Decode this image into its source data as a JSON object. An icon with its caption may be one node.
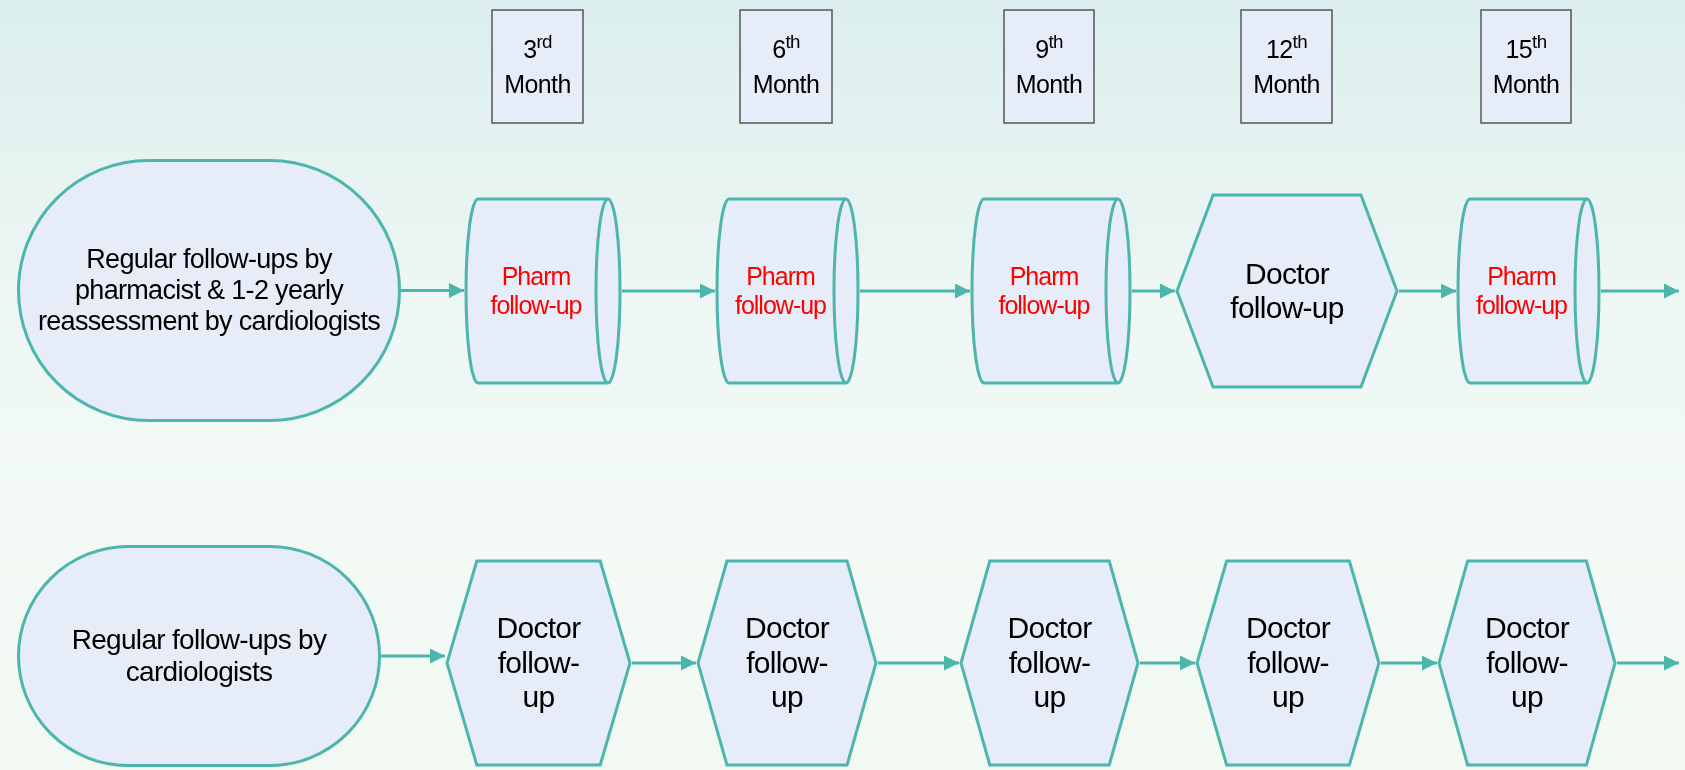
{
  "diagram": {
    "nodes": [
      {
        "text": [
          "3$^{rd}$ Month"
        ]
      },
      {
        "text": [
          "6$^{th}$ Month"
        ]
      },
      {
        "text": [
          "9$^{th}$ Month"
        ]
      },
      {
        "text": [
          "12$^{th}$ Month"
        ]
      },
      {
        "text": [
          "15$^{th}$ Month"
        ]
      },
      {
        "text": [
          "Regular follow-ups by pharmacist & 1-2 yearly reassessment by cardiologists"
        ]
      },
      {
        "text": [
          "Pharm follow-up"
        ]
      },
      {
        "text": [
          "Pharm follow-up"
        ]
      },
      {
        "text": [
          "Pharm follow-up"
        ]
      },
      {
        "text": [
          "Doctor follow-up"
        ]
      },
      {
        "text": [
          "Pharm follow-up"
        ]
      },
      {
        "text": [
          "Regular follow-ups by cardiologists"
        ]
      },
      {
        "text": [
          "Doctor follow-up"
        ]
      },
      {
        "text": [
          "Doctor follow-up"
        ]
      },
      {
        "text": [
          "Doctor follow-up"
        ]
      },
      {
        "text": [
          "Doctor follow-up"
        ]
      },
      {
        "text": [
          "Doctor follow-up"
        ]
      }
    ],
    "edges": [
      {
        "from": 5,
        "to": 6,
        "arrow": "to"
      },
      {
        "from": 6,
        "to": 7,
        "arrow": "to"
      },
      {
        "from": 7,
        "to": 8,
        "arrow": "to"
      },
      {
        "from": 8,
        "to": 9,
        "arrow": "to"
      },
      {
        "from": 9,
        "to": 10,
        "arrow": "to"
      },
      {
        "from": 10,
        "to": null,
        "arrow": "to"
      },
      {
        "from": 11,
        "to": 12,
        "arrow": "to"
      },
      {
        "from": 12,
        "to": 13,
        "arrow": "to"
      },
      {
        "from": 13,
        "to": 14,
        "arrow": "to"
      },
      {
        "from": 14,
        "to": 15,
        "arrow": "to"
      },
      {
        "from": 15,
        "to": 16,
        "arrow": "to"
      },
      {
        "from": 16,
        "to": null,
        "arrow": "to"
      }
    ]
  }
}
